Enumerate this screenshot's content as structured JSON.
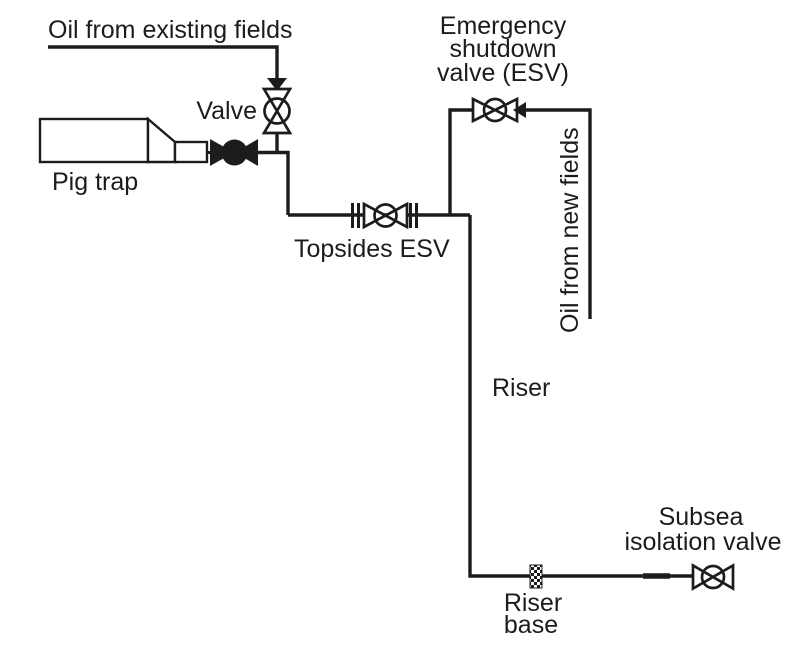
{
  "diagram": {
    "type": "pipeline-process-flow-schematic",
    "colors": {
      "line": "#1c1c1c",
      "background": "#ffffff"
    },
    "labels": {
      "oil_from_existing_fields": "Oil from existing fields",
      "valve": "Valve",
      "pig_trap": "Pig trap",
      "topsides_esv": "Topsides ESV",
      "emergency_line1": "Emergency",
      "emergency_line2": "shutdown",
      "emergency_line3": "valve (ESV)",
      "oil_from_new_fields": "Oil from new fields",
      "riser": "Riser",
      "riser_base_line1": "Riser",
      "riser_base_line2": "base",
      "subsea_line1": "Subsea",
      "subsea_line2": "isolation valve"
    },
    "icons": {
      "manual_valve": "bowtie-valve-with-circle",
      "pig_trap_valve": "filled-ball-valve",
      "topsides_esv_valve": "flanged-bowtie-valve-with-circle",
      "emergency_shutdown_valve": "bowtie-valve-with-circle-and-flow-arrow",
      "subsea_isolation_valve": "bowtie-valve-with-circle",
      "riser_base_marker": "crosshatched-fitting",
      "flow_arrow_top": "arrow-down",
      "flow_arrow_esv": "arrow-left"
    }
  }
}
